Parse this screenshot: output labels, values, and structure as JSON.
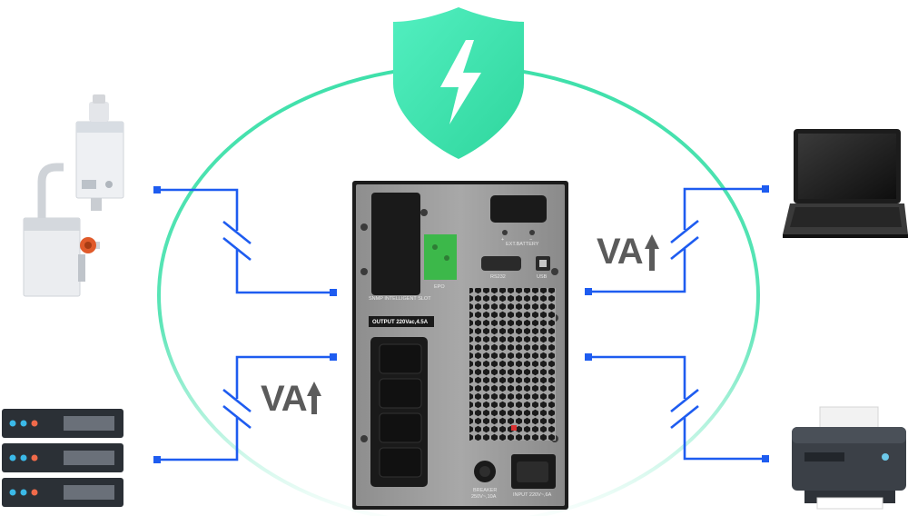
{
  "labels": {
    "va_right": "VA",
    "va_left": "VA"
  },
  "ups_panel": {
    "snmp_slot": "SNMP INTELLIGENT SLOT",
    "epo": "EPO",
    "ext_battery": "EXT.BATTERY",
    "rs232": "RS232",
    "usb": "USB",
    "output": "OUTPUT  220Vac,4.5A",
    "breaker": "BREAKER",
    "breaker_rating": "250V~,10A",
    "input": "INPUT  220V~,6A",
    "plus": "+",
    "minus": "−"
  },
  "colors": {
    "shield": "#3ee6b0",
    "ring": "#3ee0aa",
    "lines": "#1e5cf0",
    "text": "#5b5b5b",
    "ups_body": "#1c1c1c",
    "ups_panel": "#9a9a9a"
  },
  "icons": {
    "shield": "shield-lightning-icon",
    "arrow": "arrow-up-icon"
  }
}
